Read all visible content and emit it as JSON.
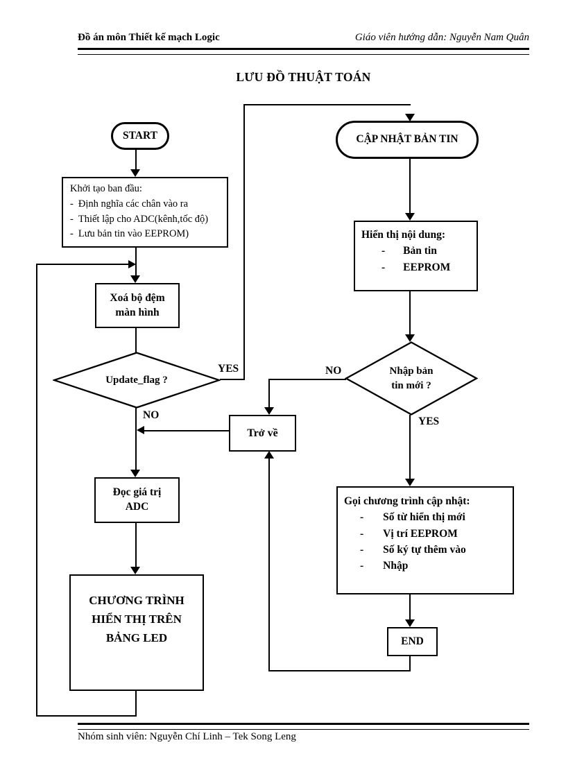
{
  "header": {
    "course": "Đồ án môn Thiết kế mạch Logic",
    "advisor": "Giáo viên hướng dẫn: Nguyễn Nam Quân"
  },
  "title": "LƯU ĐỒ THUẬT TOÁN",
  "footer": {
    "students": "Nhóm sinh viên: Nguyễn Chí Linh – Tek Song Leng"
  },
  "colors": {
    "ink": "#000000",
    "paper": "#ffffff"
  },
  "flowchart": {
    "start": {
      "label": "START"
    },
    "init": {
      "title": "Khởi tạo ban đầu:",
      "bullet": "-",
      "items": [
        "Định nghĩa các chân vào ra",
        "Thiết lập cho ADC(kênh,tốc độ)",
        "Lưu bản tin vào EEPROM)"
      ]
    },
    "clear_buffer": {
      "line1": "Xoá bộ đệm",
      "line2": "màn hình"
    },
    "update_flag": {
      "question": "Update_flag ?",
      "yes": "YES",
      "no": "NO"
    },
    "read_adc": {
      "line1": "Đọc giá trị",
      "line2": "ADC"
    },
    "led_program": {
      "line1": "CHƯƠNG TRÌNH",
      "line2": "HIỂN THỊ TRÊN",
      "line3": "BẢNG LED"
    },
    "update_message": {
      "label": "CẬP NHẬT BẢN TIN"
    },
    "display_content": {
      "title": "Hiển thị nội dung:",
      "bullet": "-",
      "items": [
        "Bản tin",
        "EEPROM"
      ]
    },
    "new_message": {
      "line1": "Nhập bản",
      "line2": "tin mới ?",
      "yes": "YES",
      "no": "NO"
    },
    "return_box": {
      "label": "Trở về"
    },
    "update_routine": {
      "title": "Gọi chương trình cập nhật:",
      "bullet": "-",
      "items": [
        "Số từ hiển thị mới",
        "Vị trí EEPROM",
        "Số ký tự thêm vào",
        "Nhập"
      ]
    },
    "end": {
      "label": "END"
    }
  }
}
